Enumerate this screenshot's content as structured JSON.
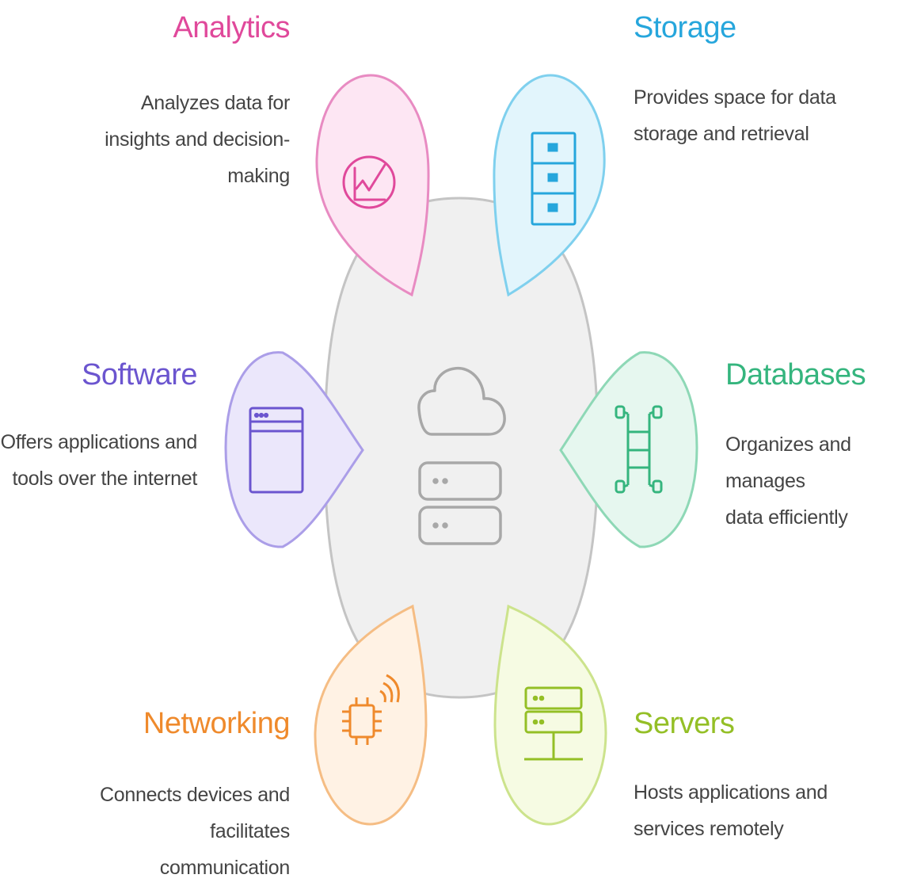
{
  "colors": {
    "center_fill": "#f0f0f0",
    "center_stroke": "#c4c4c4",
    "icon_gray": "#a8a8a8",
    "analytics": "#e0499b",
    "storage": "#26a6dc",
    "databases": "#35b57e",
    "servers": "#94bf26",
    "networking": "#ef8a2c",
    "software": "#6b55cf"
  },
  "center": {
    "icons": [
      "cloud-icon",
      "server-rack-icon"
    ]
  },
  "nodes": {
    "analytics": {
      "title": "Analytics",
      "desc": [
        "Analyzes data for",
        "insights and decision-",
        "making"
      ],
      "icon": "line-chart-icon",
      "fill": "#fde6f3",
      "stroke": "#e88bc2"
    },
    "storage": {
      "title": "Storage",
      "desc": [
        "Provides space for data",
        "storage and retrieval"
      ],
      "icon": "storage-cabinet-icon",
      "fill": "#e2f5fc",
      "stroke": "#7fd0ee"
    },
    "databases": {
      "title": "Databases",
      "desc": [
        "Organizes and manages",
        "data efficiently"
      ],
      "icon": "database-network-icon",
      "fill": "#e6f7ef",
      "stroke": "#8ed8b6"
    },
    "servers": {
      "title": "Servers",
      "desc": [
        "Hosts applications and",
        "services remotely"
      ],
      "icon": "server-icon",
      "fill": "#f6fbe3",
      "stroke": "#cce38c"
    },
    "networking": {
      "title": "Networking",
      "desc": [
        "Connects devices and",
        "facilitates",
        "communication"
      ],
      "icon": "chip-wifi-icon",
      "fill": "#fff2e4",
      "stroke": "#f5bd84"
    },
    "software": {
      "title": "Software",
      "desc": [
        "Offers applications and",
        "tools over the internet"
      ],
      "icon": "app-window-icon",
      "fill": "#ebe7fb",
      "stroke": "#ab9ee8"
    }
  }
}
